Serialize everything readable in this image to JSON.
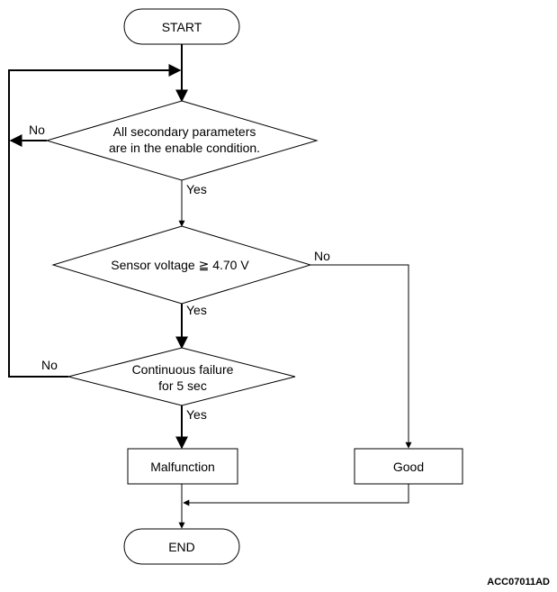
{
  "nodes": {
    "start": "START",
    "decision_params_line1": "All secondary parameters",
    "decision_params_line2": "are in the enable condition.",
    "decision_voltage": "Sensor voltage ≧ 4.70 V",
    "decision_failure_line1": "Continuous failure",
    "decision_failure_line2": "for 5 sec",
    "malfunction": "Malfunction",
    "good": "Good",
    "end": "END"
  },
  "edges": {
    "params_no": "No",
    "params_yes": "Yes",
    "voltage_no": "No",
    "voltage_yes": "Yes",
    "failure_no": "No",
    "failure_yes": "Yes"
  },
  "figure_code": "ACC07011AD"
}
